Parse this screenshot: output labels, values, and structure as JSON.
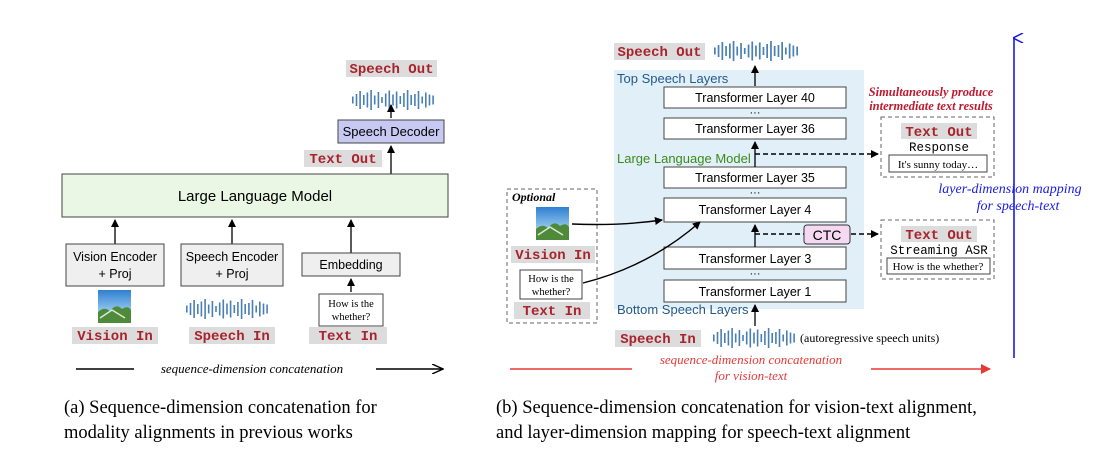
{
  "colors": {
    "llm_fill": "#e9f7e4",
    "decoder_fill": "#c7c9f3",
    "io_label_fill": "#dcdcdc",
    "io_label_text": "#a8232c",
    "stack_fill": "#e1eff9",
    "red_text": "#c0182f",
    "red_arrow": "#e53935",
    "blue": "#1a1ae6",
    "ctc_fill": "#f5d9f2",
    "green_text": "#3b8a1a",
    "blue_text": "#24598a"
  },
  "panel_a": {
    "speech_out": "Speech Out",
    "speech_decoder": "Speech Decoder",
    "text_out": "Text Out",
    "llm": "Large Language Model",
    "vision_encoder": [
      "Vision Encoder",
      "+ Proj"
    ],
    "speech_encoder": [
      "Speech Encoder",
      "+ Proj"
    ],
    "embedding": "Embedding",
    "question": [
      "How is the",
      "whether?"
    ],
    "vision_in": "Vision In",
    "speech_in": "Speech In",
    "text_in": "Text In",
    "seq_concat": "sequence-dimension concatenation",
    "caption": [
      "(a)  Sequence-dimension concatenation for",
      "modality alignments in previous works"
    ]
  },
  "panel_b": {
    "speech_out": "Speech Out",
    "top_layers": "Top Speech Layers",
    "llm_label": "Large Language Model",
    "bottom_layers": "Bottom Speech Layers",
    "layers": [
      "Transformer Layer 40",
      "Transformer Layer 36",
      "Transformer Layer 35",
      "Transformer Layer 4",
      "Transformer Layer 3",
      "Transformer Layer 1"
    ],
    "dots": "···",
    "simultaneous": [
      "Simultaneously produce",
      "intermediate text results"
    ],
    "text_out_response": {
      "title": "Text Out",
      "subtitle": "Response",
      "content": "It's sunny today…"
    },
    "text_out_streaming": {
      "title": "Text Out",
      "subtitle": "Streaming ASR",
      "content": "How is the whether?"
    },
    "ctc": "CTC",
    "layer_mapping": [
      "layer-dimension mapping",
      "for speech-text"
    ],
    "optional": "Optional",
    "vision_in": "Vision In",
    "question": [
      "How is the",
      "whether?"
    ],
    "text_in": "Text In",
    "speech_in": "Speech In",
    "speech_units": "(autoregressive speech units)",
    "seq_concat": [
      "sequence-dimension concatenation",
      "for vision-text"
    ],
    "caption": [
      "(b)  Sequence-dimension concatenation for vision-text alignment,",
      "and layer-dimension mapping for speech-text alignment"
    ]
  }
}
